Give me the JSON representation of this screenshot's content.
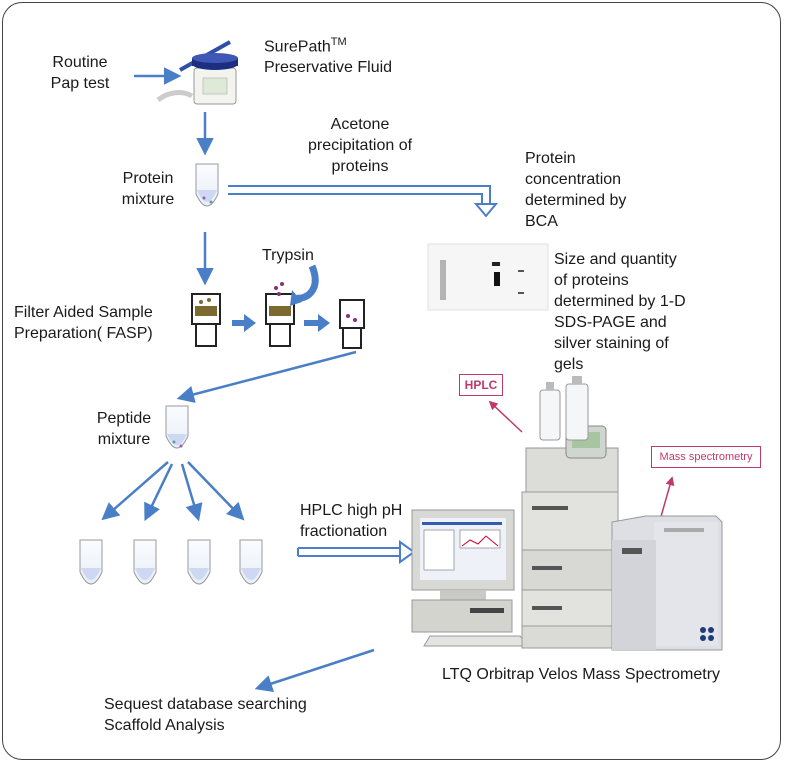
{
  "steps": {
    "routine": [
      "Routine",
      "Pap test"
    ],
    "surepath": [
      "SurePath",
      "TM",
      "Preservative Fluid"
    ],
    "acetone": [
      "Acetone",
      "precipitation of",
      "proteins"
    ],
    "protein_mixture": [
      "Protein",
      "mixture"
    ],
    "bca": [
      "Protein",
      "concentration",
      "determined by",
      "BCA"
    ],
    "trypsin": "Trypsin",
    "fasp": [
      "Filter Aided Sample",
      "Preparation( FASP)"
    ],
    "sds": [
      "Size and quantity",
      "of proteins",
      "determined by 1-D",
      "SDS-PAGE and",
      "silver staining of",
      "gels"
    ],
    "peptide_mixture": [
      "Peptide",
      "mixture"
    ],
    "hplc_frac": [
      "HPLC high pH",
      "fractionation"
    ],
    "instrument": "LTQ Orbitrap Velos Mass Spectrometry",
    "final": [
      "Sequest database searching",
      "Scaffold Analysis"
    ]
  },
  "callouts": {
    "hplc": "HPLC",
    "ms": "Mass spectrometry"
  },
  "colors": {
    "arrow": "#4a7fc8",
    "callout": "#c0396b",
    "frame": "#444444"
  }
}
